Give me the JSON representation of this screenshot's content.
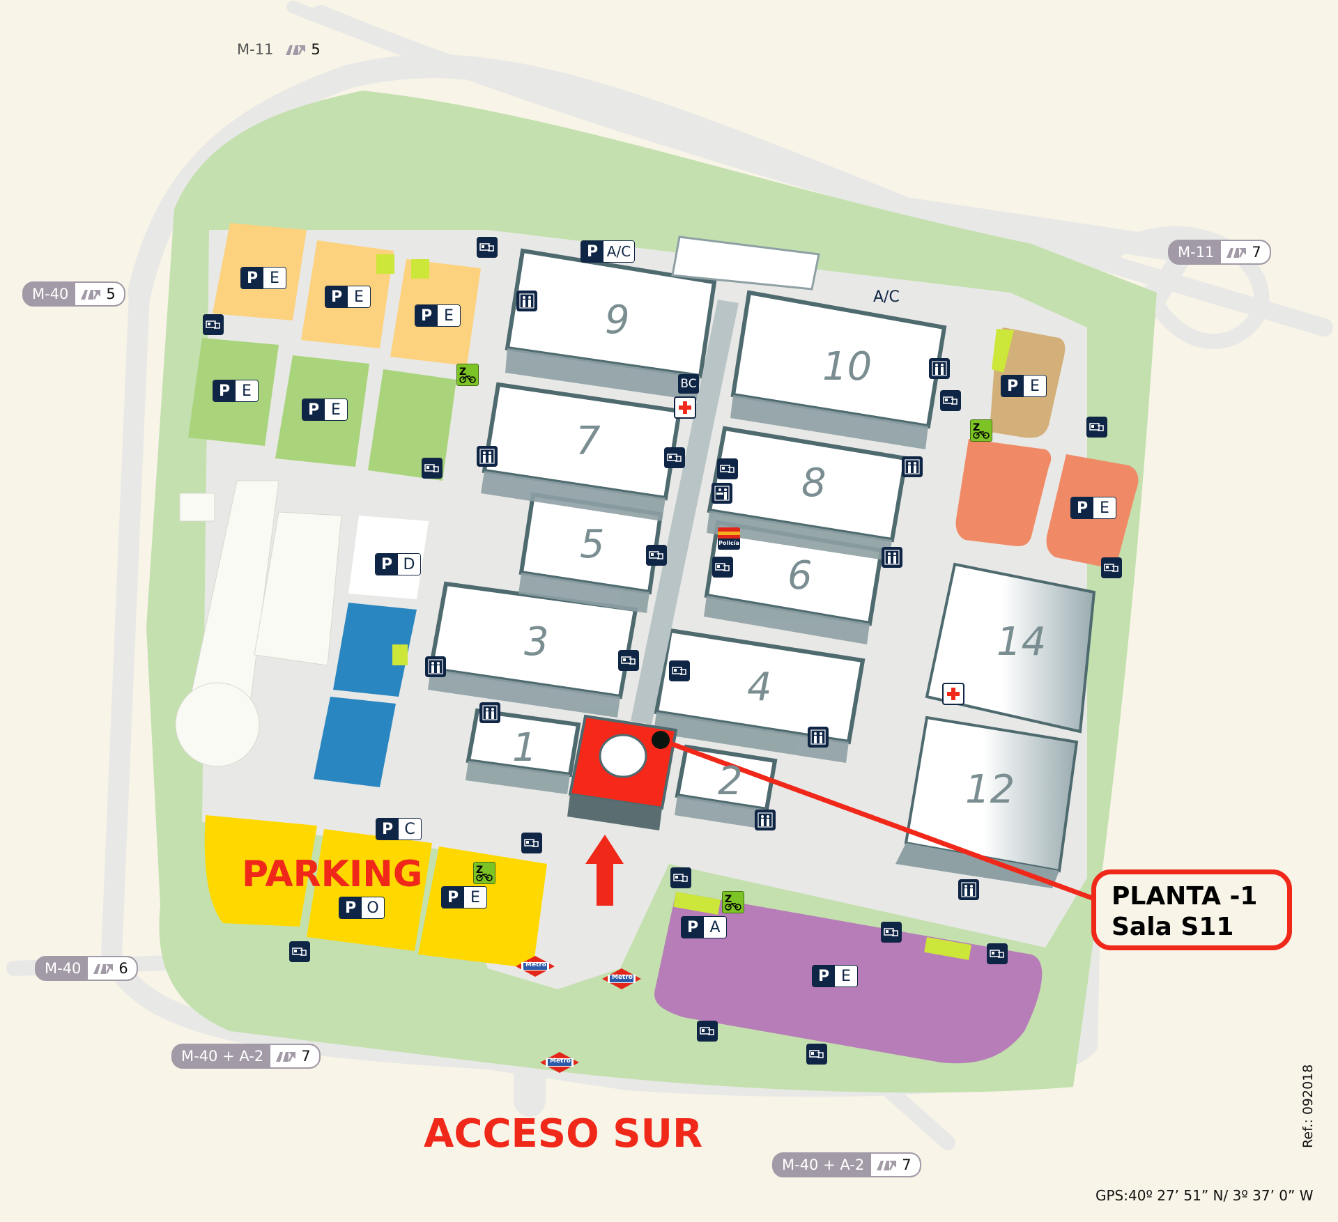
{
  "map": {
    "title_access": "ACCESO SUR",
    "parking_label": "PARKING",
    "callout": {
      "line1": "PLANTA -1",
      "line2": "Sala S11"
    },
    "gps": "GPS:40º 27’ 51” N/ 3º 37’ 0” W",
    "ref": "Ref.: 092018",
    "ac_label": "A/C",
    "colors": {
      "accent_red": "#f0281a",
      "navy": "#0f2545",
      "background": "#f8f4e8",
      "grass": "#c3e0ae",
      "road": "#e8e8e6",
      "parking_orange": "#fcd27e",
      "parking_green": "#a9d47c",
      "parking_yellow": "#ffd800",
      "parking_purple": "#b77db8",
      "parking_salmon": "#f08a66",
      "parking_tan": "#d3b07a",
      "parking_blue": "#2a86c0"
    },
    "roads": [
      {
        "name": "M-11",
        "exit": "5",
        "style": "plain"
      },
      {
        "name": "M-11",
        "exit": "7"
      },
      {
        "name": "M-40",
        "exit": "5"
      },
      {
        "name": "M-40",
        "exit": "6"
      },
      {
        "name": "M-40 + A-2",
        "exit": "7"
      },
      {
        "name": "M-40 + A-2",
        "exit": "7"
      }
    ],
    "halls": [
      "9",
      "10",
      "7",
      "8",
      "5",
      "6",
      "3",
      "4",
      "1",
      "2",
      "14",
      "12"
    ],
    "parkings": [
      {
        "p": "P",
        "zone": "E"
      },
      {
        "p": "P",
        "zone": "E"
      },
      {
        "p": "P",
        "zone": "E"
      },
      {
        "p": "P",
        "zone": "E"
      },
      {
        "p": "P",
        "zone": "E"
      },
      {
        "p": "P",
        "zone": "A/C"
      },
      {
        "p": "P",
        "zone": "D"
      },
      {
        "p": "P",
        "zone": "C"
      },
      {
        "p": "P",
        "zone": "O"
      },
      {
        "p": "P",
        "zone": "E"
      },
      {
        "p": "P",
        "zone": "A"
      },
      {
        "p": "P",
        "zone": "E"
      },
      {
        "p": "P",
        "zone": "E"
      },
      {
        "p": "P",
        "zone": "E"
      }
    ],
    "bc_label": "BC",
    "policia_label": "Policía",
    "metro_label": "Metro",
    "bike_label": "Z"
  }
}
